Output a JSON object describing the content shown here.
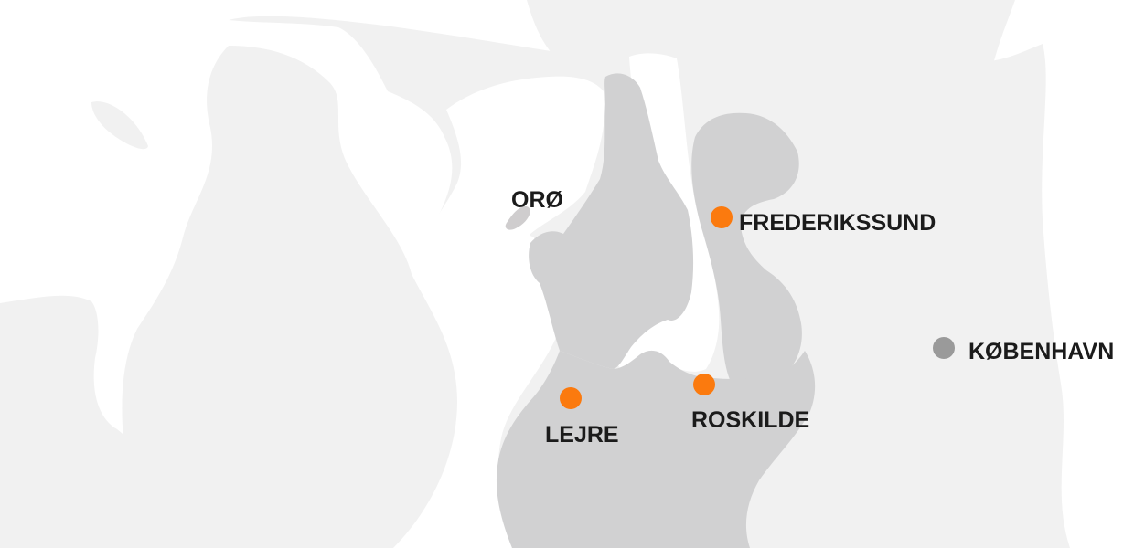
{
  "map": {
    "colors": {
      "sea": "#ffffff",
      "land": "#f1f1f1",
      "region": "#d1d1d2",
      "island_small": "#cfcdce",
      "marker_municipality": "#fb7a0e",
      "marker_capital": "#9a9a9a",
      "label": "#1b1b1b"
    },
    "places": [
      {
        "id": "oro",
        "label": "ORØ",
        "marker": "none"
      },
      {
        "id": "frederikssund",
        "label": "FREDERIKSSUND",
        "marker": "municipality-dot"
      },
      {
        "id": "kobenhavn",
        "label": "KØBENHAVN",
        "marker": "capital-dot"
      },
      {
        "id": "lejre",
        "label": "LEJRE",
        "marker": "municipality-dot"
      },
      {
        "id": "roskilde",
        "label": "ROSKILDE",
        "marker": "municipality-dot"
      }
    ]
  }
}
